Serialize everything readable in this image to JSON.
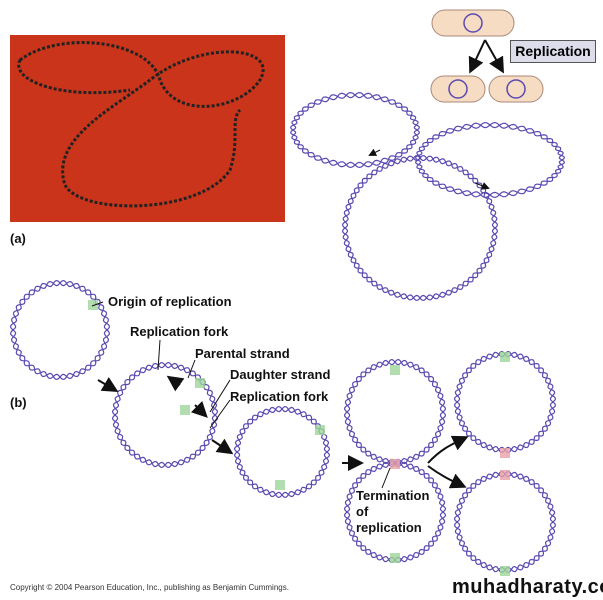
{
  "labels": {
    "replication": "Replication",
    "part_a": "(a)",
    "part_b": "(b)",
    "origin": "Origin of replication",
    "fork1": "Replication fork",
    "parental": "Parental strand",
    "daughter": "Daughter strand",
    "fork2": "Replication fork",
    "termination": "Termination\nof\nreplication"
  },
  "footer": {
    "copyright": "Copyright © 2004 Pearson Education, Inc., publishing as Benjamin Cummings.",
    "brand": "muhadharaty.com"
  },
  "colors": {
    "photo": "#c9341b",
    "dna": "#5a4ab0",
    "origin": "#9fd49a",
    "termination": "#e8a0a8",
    "cell": "#f7dcc4"
  }
}
